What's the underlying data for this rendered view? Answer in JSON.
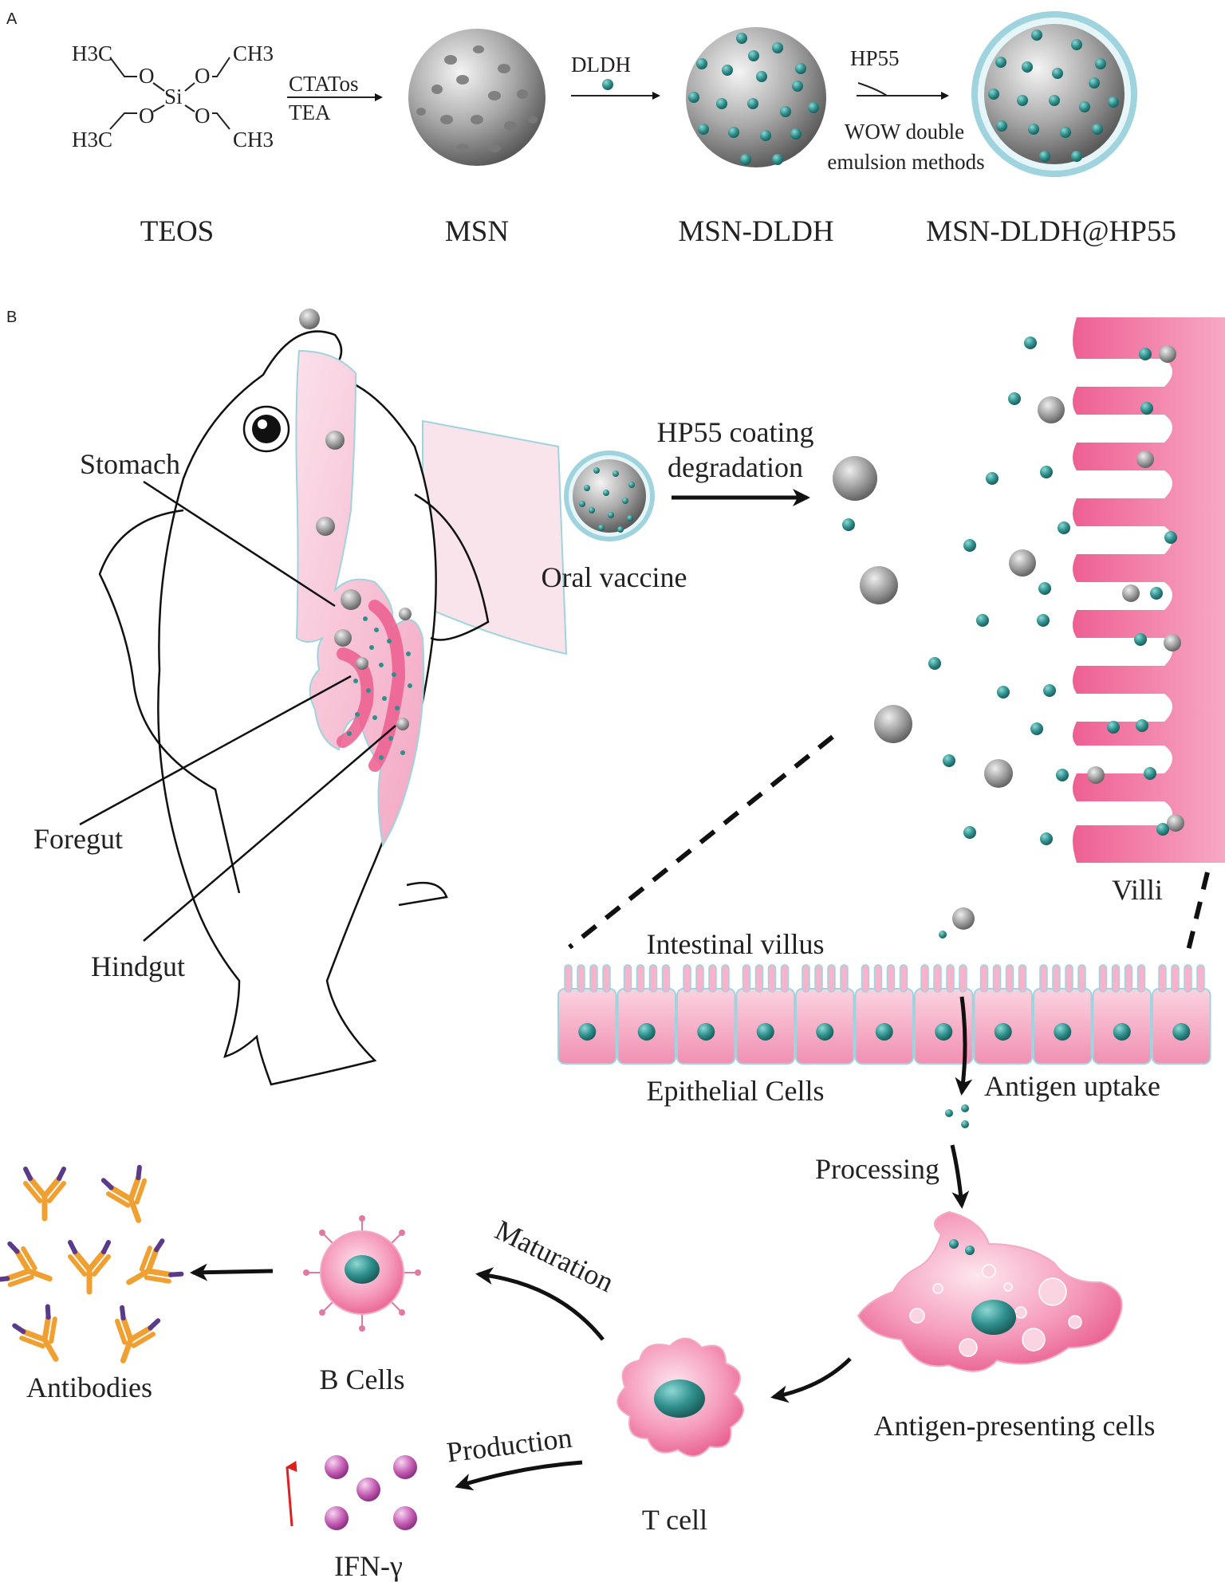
{
  "panel_a": {
    "panel_label": "A",
    "teos": {
      "h3c_top": "H3C",
      "ch3_top": "CH3",
      "h3c_bottom": "H3C",
      "ch3_bottom": "CH3",
      "o": "O",
      "si": "Si",
      "label": "TEOS"
    },
    "step1": {
      "reagent_top": "CTATos",
      "reagent_bottom": "TEA"
    },
    "msn_label": "MSN",
    "step2": {
      "reagent": "DLDH"
    },
    "msn_dldh_label": "MSN-DLDH",
    "step3": {
      "reagent": "HP55",
      "method_line1": "WOW double",
      "method_line2": "emulsion methods"
    },
    "final_label": "MSN-DLDH@HP55"
  },
  "panel_b": {
    "panel_label": "B",
    "fish_labels": {
      "stomach": "Stomach",
      "foregut": "Foregut",
      "hindgut": "Hindgut"
    },
    "oral_vaccine": "Oral vaccine",
    "coating_line1": "HP55 coating",
    "coating_line2": "degradation",
    "villi": "Villi",
    "intestinal_villus": "Intestinal villus",
    "epithelial_cells": "Epithelial Cells",
    "antigen_uptake": "Antigen uptake",
    "processing": "Processing",
    "apc": "Antigen-presenting cells",
    "maturation": "Maturation",
    "b_cells": "B Cells",
    "antibodies": "Antibodies",
    "production": "Production",
    "t_cell": "T cell",
    "ifn": "IFN-γ"
  },
  "colors": {
    "pink": "#ef6a9a",
    "light_pink": "#f7c6d6",
    "teal": "#2e8f8c",
    "outline": "#8fd0dc",
    "antibody_orange": "#f0a030",
    "antibody_purple": "#5a3a8a",
    "arrow_red": "#e02020"
  }
}
